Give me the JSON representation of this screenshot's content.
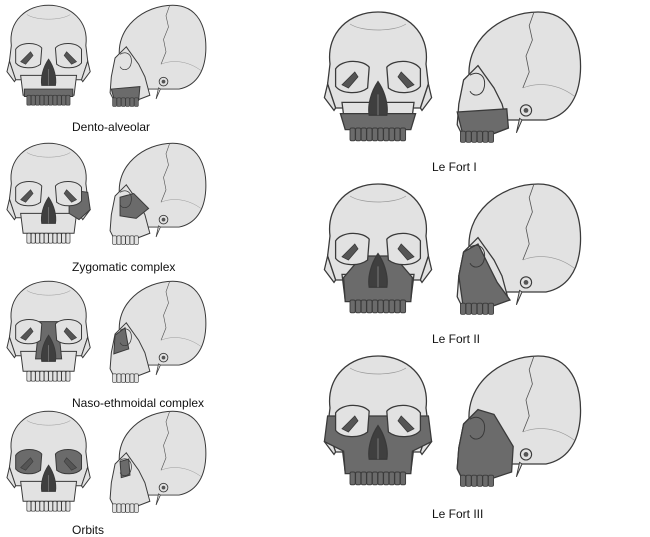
{
  "figure": {
    "colors": {
      "bone": "#e2e2e2",
      "outline": "#3a3a3a",
      "fracture": "#6b6b6b",
      "background": "#ffffff"
    },
    "panels": [
      {
        "id": "dento-alveolar",
        "label": "Dento-alveolar",
        "region": "dento-alveolar"
      },
      {
        "id": "zygomatic",
        "label": "Zygomatic complex",
        "region": "zygomatic"
      },
      {
        "id": "naso-ethmoidal",
        "label": "Naso-ethmoidal complex",
        "region": "naso-ethmoidal"
      },
      {
        "id": "orbits",
        "label": "Orbits",
        "region": "orbits"
      },
      {
        "id": "le-fort-1",
        "label": "Le Fort I",
        "region": "le-fort-1"
      },
      {
        "id": "le-fort-2",
        "label": "Le Fort II",
        "region": "le-fort-2"
      },
      {
        "id": "le-fort-3",
        "label": "Le Fort III",
        "region": "le-fort-3"
      }
    ]
  }
}
